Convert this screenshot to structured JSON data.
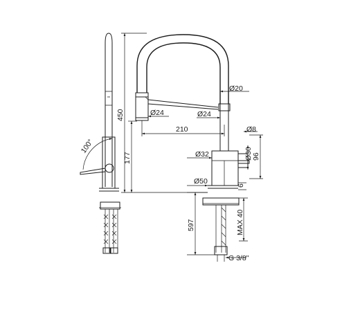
{
  "labels": {
    "height_total": "450",
    "height_spout": "177",
    "reach": "210",
    "angle": "100°",
    "d20": "Ø20",
    "d24_top": "Ø24",
    "d24_mid": "Ø24",
    "d8": "Ø8",
    "d30": "Ø30",
    "h96": "96",
    "d32": "Ø32",
    "d50": "Ø50",
    "h6": "6",
    "h597": "597",
    "max40": "MAX 40",
    "thread": "G 3/8\""
  }
}
